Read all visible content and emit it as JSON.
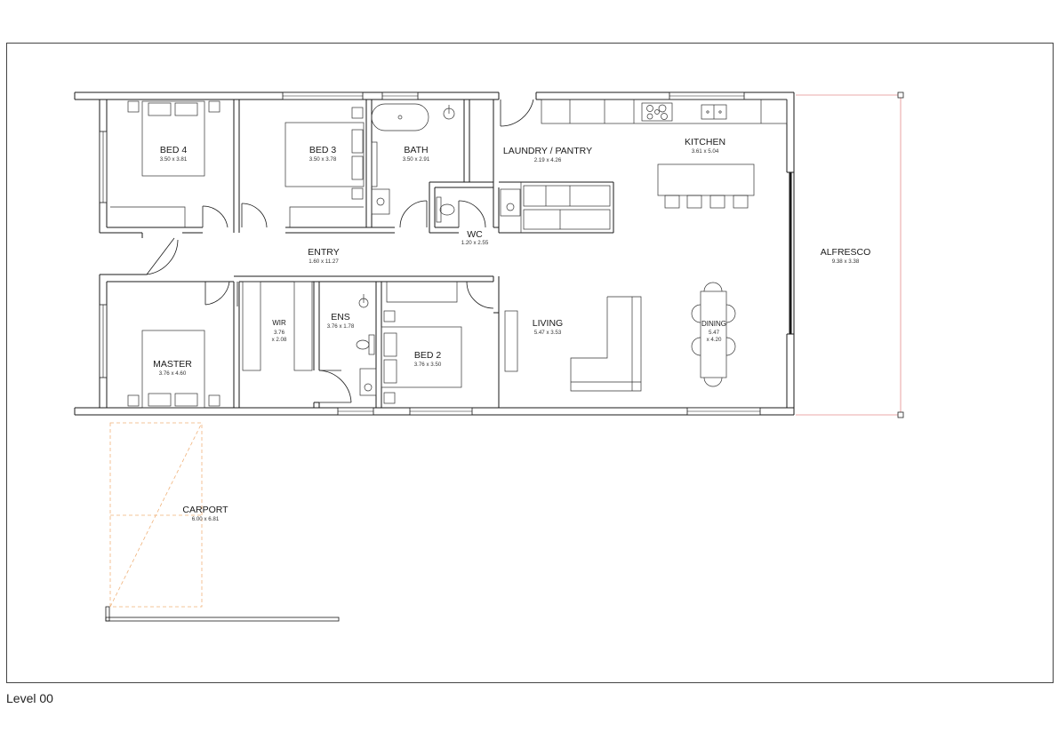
{
  "level": "Level 00",
  "rooms": {
    "bed4": {
      "name": "BED 4",
      "dims": "3.50 x 3.81"
    },
    "bed3": {
      "name": "BED 3",
      "dims": "3.50 x 3.78"
    },
    "bath": {
      "name": "BATH",
      "dims": "3.50 x 2.91"
    },
    "laundry": {
      "name": "LAUNDRY / PANTRY",
      "dims": "2.19 x 4.26"
    },
    "kitchen": {
      "name": "KITCHEN",
      "dims": "3.61 x 5.04"
    },
    "wc": {
      "name": "WC",
      "dims": "1.20 x 2.55"
    },
    "entry": {
      "name": "ENTRY",
      "dims": "1.60 x 11.27"
    },
    "alfresco": {
      "name": "ALFRESCO",
      "dims": "9.38 x 3.38"
    },
    "wir": {
      "name": "WIR",
      "dims_1": "3.76",
      "dims_2": "x 2.08"
    },
    "ens": {
      "name": "ENS",
      "dims": "3.76 x 1.78"
    },
    "living": {
      "name": "LIVING",
      "dims": "5.47 x 3.53"
    },
    "dining": {
      "name": "DINING",
      "dims_1": "5.47",
      "dims_2": "x 4.20"
    },
    "master": {
      "name": "MASTER",
      "dims": "3.76 x 4.60"
    },
    "bed2": {
      "name": "BED 2",
      "dims": "3.76 x 3.50"
    },
    "carport": {
      "name": "CARPORT",
      "dims": "6.00 x 6.81"
    }
  },
  "colors": {
    "line": "#1a1a1a",
    "alfresco_outline": "#e58b8b",
    "carport_outline": "#f0b27a",
    "window_fill": "#9a9a9a"
  }
}
